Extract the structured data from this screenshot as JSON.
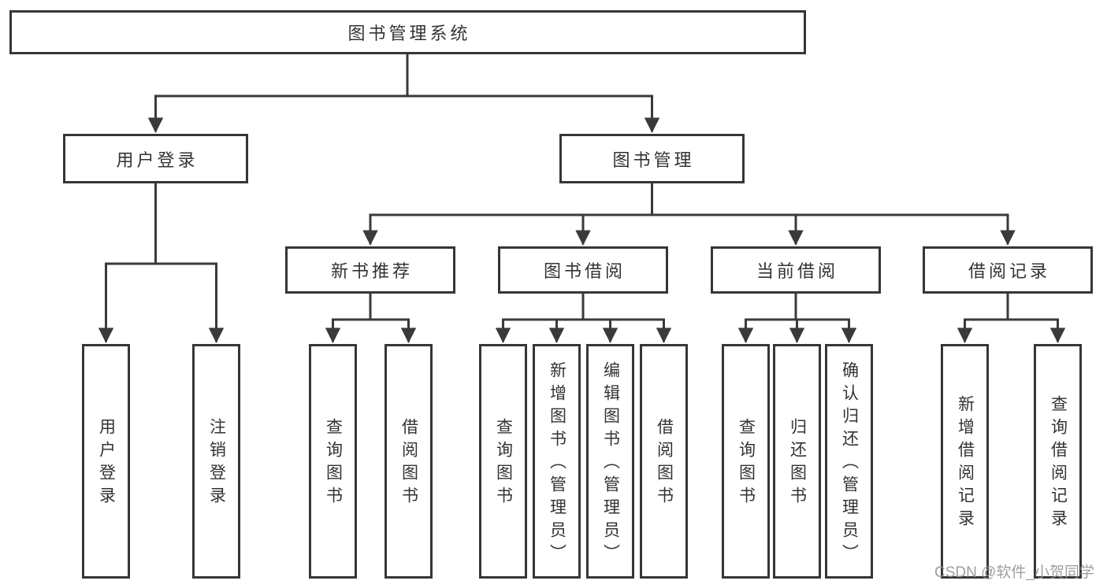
{
  "diagram": {
    "type": "hierarchy",
    "tree": {
      "label": "图书管理系统",
      "children": [
        {
          "label": "用户登录",
          "children": [
            {
              "label": "用户登录"
            },
            {
              "label": "注销登录"
            }
          ]
        },
        {
          "label": "图书管理",
          "children": [
            {
              "label": "新书推荐",
              "children": [
                {
                  "label": "查询图书"
                },
                {
                  "label": "借阅图书"
                }
              ]
            },
            {
              "label": "图书借阅",
              "children": [
                {
                  "label": "查询图书"
                },
                {
                  "label": "新增图书（管理员）"
                },
                {
                  "label": "编辑图书（管理员）"
                },
                {
                  "label": "借阅图书"
                }
              ]
            },
            {
              "label": "当前借阅",
              "children": [
                {
                  "label": "查询图书"
                },
                {
                  "label": "归还图书"
                },
                {
                  "label": "确认归还（管理员）"
                }
              ]
            },
            {
              "label": "借阅记录",
              "children": [
                {
                  "label": "新增借阅记录"
                },
                {
                  "label": "查询借阅记录"
                }
              ]
            }
          ]
        }
      ]
    },
    "colors": {
      "line": "#3a3a3a",
      "node_border": "#363636",
      "node_text": "#333333",
      "node_fill": "#ffffff",
      "background": "#ffffff",
      "watermark": "#949498"
    }
  },
  "watermark": {
    "text": "CSDN @软件_小贺同学"
  }
}
